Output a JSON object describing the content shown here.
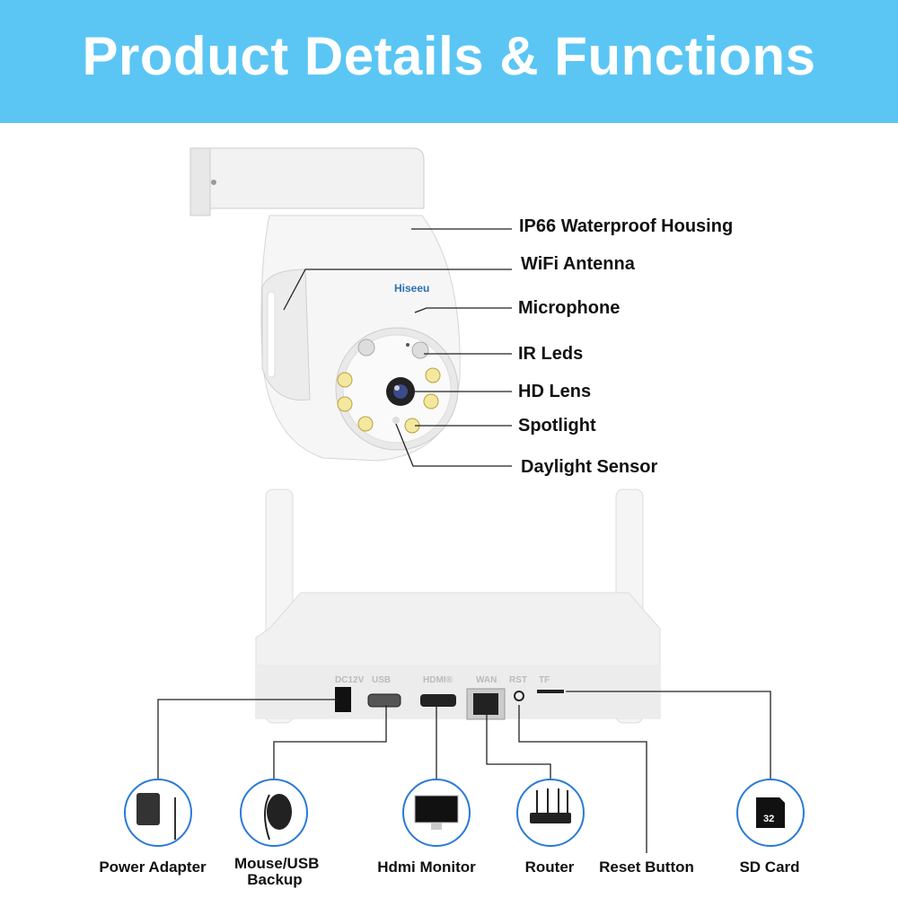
{
  "header": {
    "title": "Product Details & Functions",
    "bg_color": "#5bc6f4"
  },
  "camera": {
    "brand": "Hiseeu",
    "callouts": [
      "IP66 Waterproof Housing",
      "WiFi Antenna",
      "Microphone",
      "IR Leds",
      "HD Lens",
      "Spotlight",
      "Daylight Sensor"
    ]
  },
  "nvr": {
    "ports": [
      "DC12V",
      "USB",
      "HDMI®",
      "WAN",
      "RST",
      "TF"
    ],
    "accessories": [
      "Power Adapter",
      "Mouse/USB Backup",
      "Hdmi Monitor",
      "Router",
      "Reset Button",
      "SD Card"
    ],
    "sd_label": "32",
    "circle_color": "#2a7bd4"
  }
}
